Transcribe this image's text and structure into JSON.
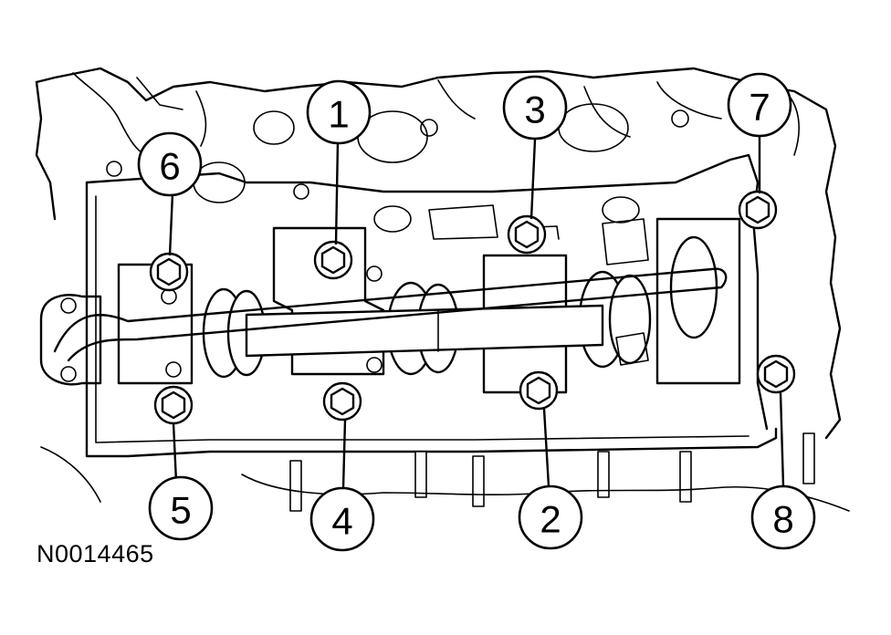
{
  "figure_id": "N0014465",
  "callouts": [
    {
      "label": "1"
    },
    {
      "label": "2"
    },
    {
      "label": "3"
    },
    {
      "label": "4"
    },
    {
      "label": "5"
    },
    {
      "label": "6"
    },
    {
      "label": "7"
    },
    {
      "label": "8"
    }
  ]
}
